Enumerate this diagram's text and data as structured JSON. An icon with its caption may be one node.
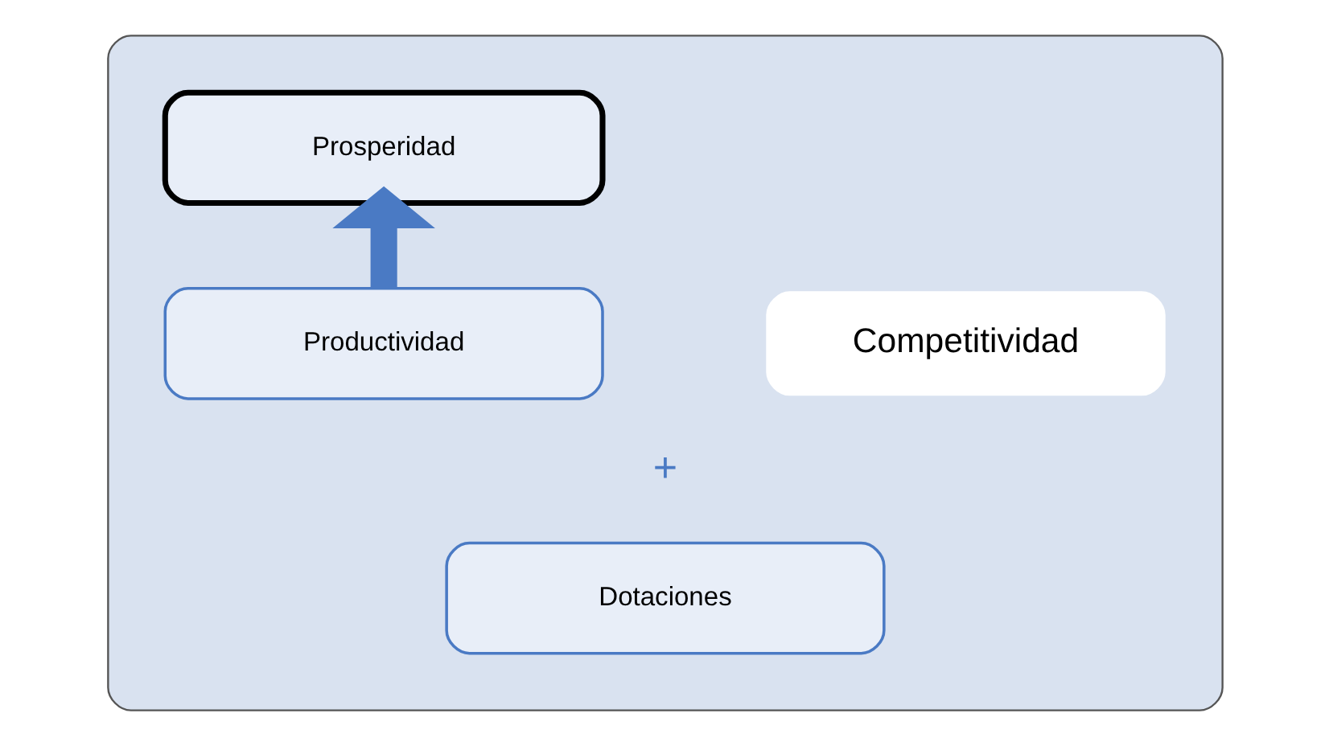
{
  "diagram": {
    "nodes": [
      {
        "text": [],
        "shape": "box"
      },
      {
        "text": [
          "Prosperidad"
        ],
        "in": 0
      },
      {
        "text": [
          "Productividad"
        ],
        "in": 0
      },
      {
        "text": [
          "Dotaciones"
        ],
        "in": 0
      },
      {
        "text": [
          "Competitividad"
        ],
        "in": 0
      }
    ],
    "edges": [
      {
        "from": 2,
        "to": 1,
        "arrow": "to",
        "color": "#4a7ac4"
      }
    ],
    "labels": [
      "+"
    ]
  }
}
